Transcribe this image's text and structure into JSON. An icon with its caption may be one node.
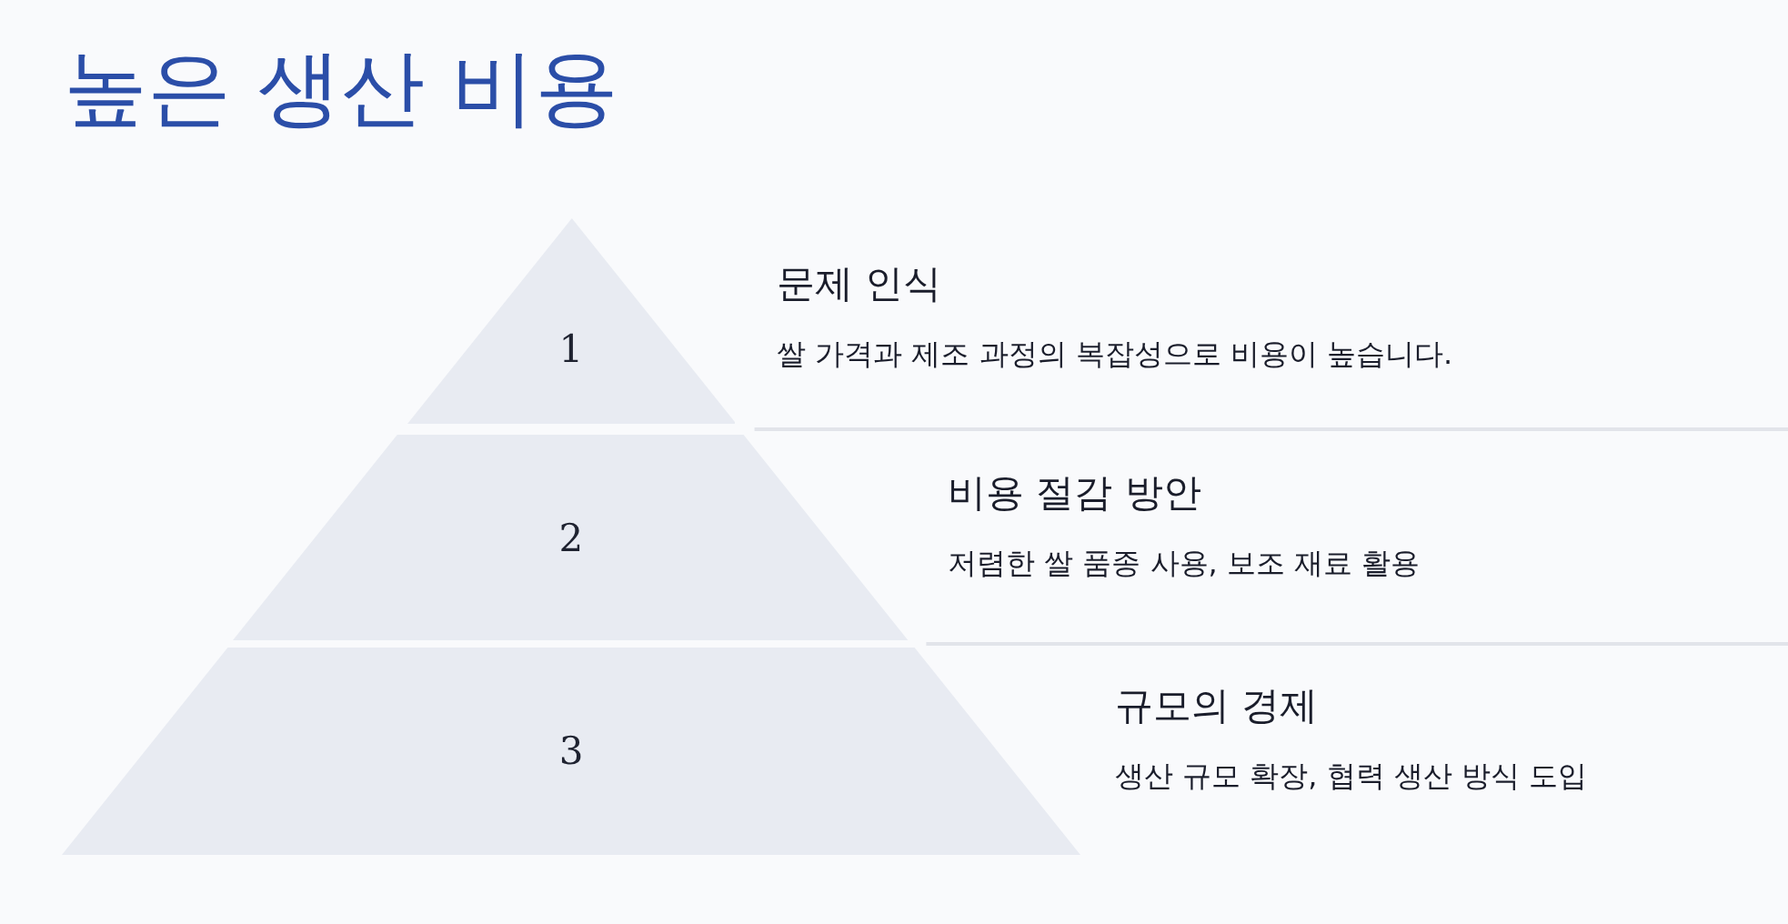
{
  "diagram": {
    "title": "높은 생산 비용",
    "nodes": [
      {
        "text": [
          "1"
        ],
        "beside": [
          "문제 인식",
          "쌀 가격과 제조 과정의 복잡성으로 비용이 높습니다."
        ]
      },
      {
        "text": [
          "2"
        ],
        "beside": [
          "비용 절감 방안",
          "저렴한 쌀 품종 사용, 보조 재료 활용"
        ]
      },
      {
        "text": [
          "3"
        ],
        "beside": [
          "규모의 경제",
          "생산 규모 확장, 협력 생산 방식 도입"
        ]
      }
    ]
  }
}
